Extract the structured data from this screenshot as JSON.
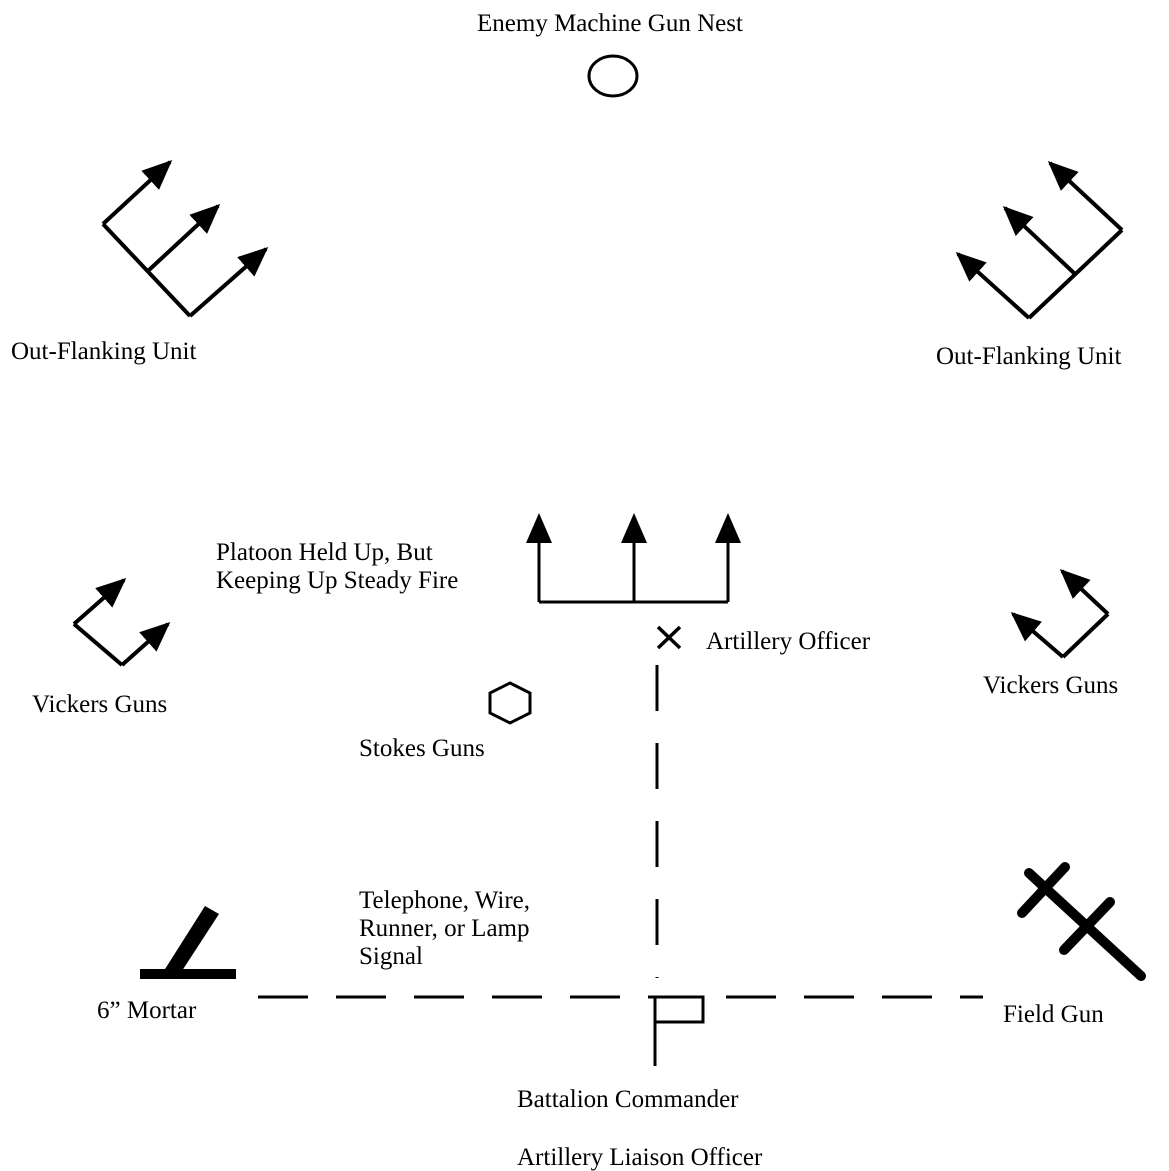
{
  "labels": {
    "enemy_nest": "Enemy Machine Gun Nest",
    "outflank_left": "Out-Flanking Unit",
    "outflank_right": "Out-Flanking Unit",
    "platoon": "Platoon Held Up, But\nKeeping Up Steady Fire",
    "artillery_officer": "Artillery Officer",
    "vickers_left": "Vickers Guns",
    "vickers_right": "Vickers Guns",
    "stokes": "Stokes Guns",
    "comms": "Telephone, Wire,\nRunner, or Lamp\nSignal",
    "mortar": "6” Mortar",
    "field_gun": "Field Gun",
    "battalion_commander": "Battalion Commander",
    "liaison_officer": "Artillery Liaison Officer"
  },
  "icons": {
    "enemy_nest": "circle-icon",
    "stokes": "hexagon-icon",
    "artillery_officer": "cross-icon",
    "battalion_commander": "flag-icon",
    "mortar": "mortar-icon",
    "field_gun": "field-gun-icon"
  },
  "colors": {
    "ink": "#000000",
    "background": "#ffffff"
  }
}
